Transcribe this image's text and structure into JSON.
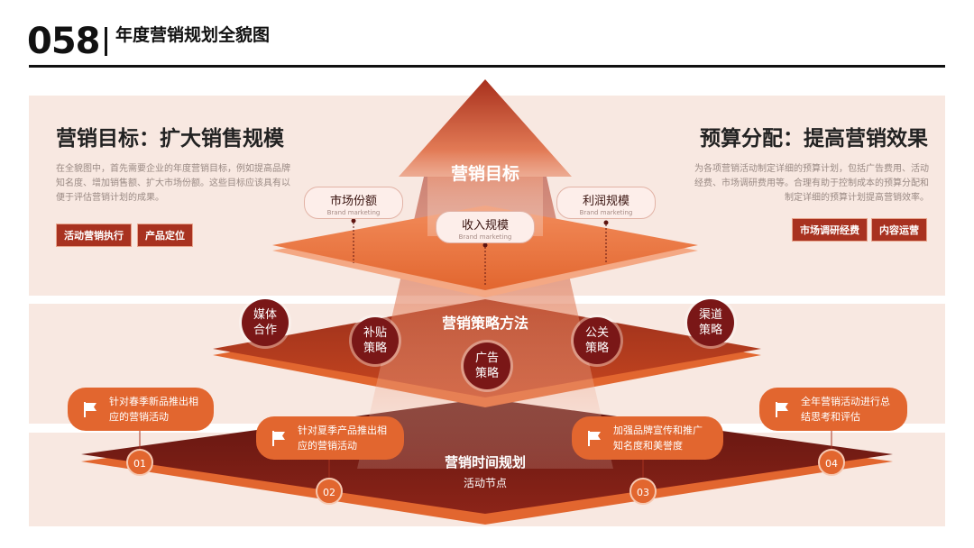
{
  "header": {
    "number": "058",
    "title": "年度营销规划全貌图"
  },
  "left_panel": {
    "title": "营销目标：扩大销售规模",
    "description": "在全貌图中，首先需要企业的年度营销目标，例如提高品牌知名度、增加销售额、扩大市场份额。这些目标应该具有以便于评估营销计划的成果。",
    "tags": [
      "活动营销执行",
      "产品定位"
    ]
  },
  "right_panel": {
    "title": "预算分配：提高营销效果",
    "description": "为各项营销活动制定详细的预算计划，包括广告费用、活动经费、市场调研费用等。合理有助于控制成本的预算分配和制定详细的预算计划提高营销效率。",
    "tags": [
      "市场调研经费",
      "内容运营"
    ]
  },
  "top_layer": {
    "label": "营销目标",
    "pills": [
      {
        "title": "市场份额",
        "subtitle": "Brand marketing"
      },
      {
        "title": "收入规模",
        "subtitle": "Brand marketing"
      },
      {
        "title": "利润规模",
        "subtitle": "Brand marketing"
      }
    ]
  },
  "middle_layer": {
    "label": "营销策略方法",
    "circles": [
      "媒体合作",
      "补贴策略",
      "广告策略",
      "公关策略",
      "渠道策略"
    ]
  },
  "bottom_layer": {
    "label": "营销时间规划",
    "sublabel": "活动节点",
    "callouts": [
      {
        "num": "01",
        "text": "针对春季新品推出相应的营销活动"
      },
      {
        "num": "02",
        "text": "针对夏季产品推出相应的营销活动"
      },
      {
        "num": "03",
        "text": "加强品牌宣传和推广知名度和美誉度"
      },
      {
        "num": "04",
        "text": "全年营销活动进行总结思考和评估"
      }
    ]
  },
  "colors": {
    "dark_red": "#7a1717",
    "red": "#a83220",
    "orange": "#e2662f",
    "band": "#f8e8e1"
  }
}
